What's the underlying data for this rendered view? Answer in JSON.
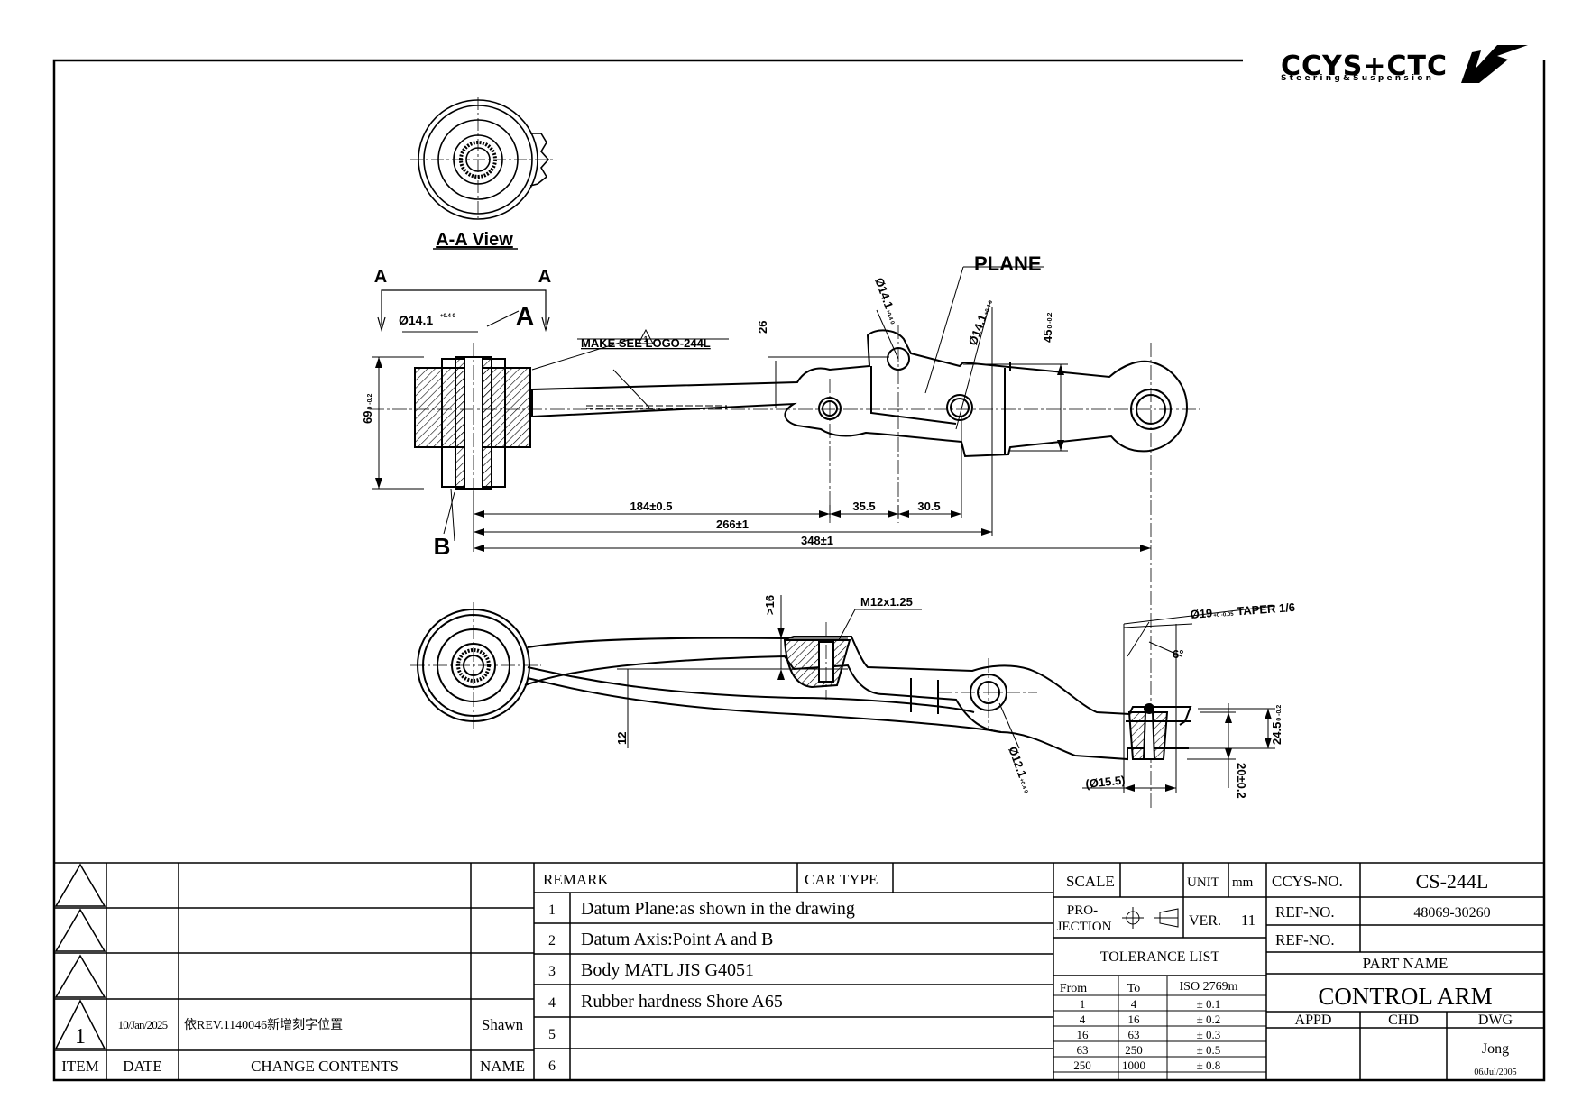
{
  "logo": {
    "brand": "CCYS+CTC",
    "tagline": "Steering&Suspension"
  },
  "views": {
    "aa_view": "A-A View",
    "section_mark_left": "A",
    "section_mark_right": "A",
    "point_a": "A",
    "point_b": "B",
    "plane": "PLANE",
    "make_note": "MAKE SEE LOGO-244L",
    "warning_symbol": "1"
  },
  "dimensions": {
    "d_bush_left": "Ø14.1",
    "d_bush_left_tol": "+0.4 0",
    "d_hole_top": "Ø14.1",
    "d_hole_top_tol": "+0.4 0",
    "d_hole_right": "Ø14.1",
    "d_hole_right_tol": "+0.4 0",
    "h_69": "69",
    "h_69_tol": "0 -0.2",
    "h_26": "26",
    "h_45": "45",
    "h_45_tol": "0 -0.2",
    "l_184": "184±0.5",
    "l_35": "35.5",
    "l_30": "30.5",
    "l_266": "266±1",
    "l_348": "348±1",
    "h_16": ">16",
    "thread": "M12x1.25",
    "taper": "Ø19",
    "taper_tol": "+0 -0.05",
    "taper_text": "TAPER 1/6",
    "angle": "6°",
    "h_12": "12",
    "d_hole_low": "Ø12.1",
    "d_hole_low_tol": "+0.4 0",
    "h_245": "24.5",
    "h_245_tol": "0 -0.2",
    "d_155": "(Ø15.5)",
    "h_20": "20±0.2"
  },
  "revision_block": {
    "headers": {
      "item": "ITEM",
      "date": "DATE",
      "change": "CHANGE CONTENTS",
      "name": "NAME"
    },
    "rows": [
      {
        "item": "",
        "date": "",
        "change": "",
        "name": ""
      },
      {
        "item": "",
        "date": "",
        "change": "",
        "name": ""
      },
      {
        "item": "",
        "date": "",
        "change": "",
        "name": ""
      },
      {
        "item": "1",
        "date": "10/Jan/2025",
        "change": "依REV.1140046新增刻字位置",
        "name": "Shawn"
      }
    ]
  },
  "remarks": {
    "header": "REMARK",
    "car_type_label": "CAR TYPE",
    "car_type_value": "",
    "items": [
      {
        "no": "1",
        "text": "Datum Plane:as shown in the drawing"
      },
      {
        "no": "2",
        "text": "Datum Axis:Point A and B"
      },
      {
        "no": "3",
        "text": "Body MATL JIS G4051"
      },
      {
        "no": "4",
        "text": "Rubber hardness Shore A65"
      },
      {
        "no": "5",
        "text": ""
      },
      {
        "no": "6",
        "text": ""
      }
    ]
  },
  "spec": {
    "scale_label": "SCALE",
    "scale_value": "",
    "unit_label": "UNIT",
    "unit_value": "mm",
    "projection_label_1": "PRO-",
    "projection_label_2": "JECTION",
    "ver_label": "VER.",
    "ver_value": "11"
  },
  "tolerance": {
    "title": "TOLERANCE LIST",
    "headers": {
      "from": "From",
      "to": "To",
      "std": "ISO 2769m"
    },
    "rows": [
      {
        "from": "1",
        "to": "4",
        "tol": "± 0.1"
      },
      {
        "from": "4",
        "to": "16",
        "tol": "± 0.2"
      },
      {
        "from": "16",
        "to": "63",
        "tol": "± 0.3"
      },
      {
        "from": "63",
        "to": "250",
        "tol": "± 0.5"
      },
      {
        "from": "250",
        "to": "1000",
        "tol": "± 0.8"
      }
    ]
  },
  "part": {
    "ccys_no_label": "CCYS-NO.",
    "ccys_no": "CS-244L",
    "ref_no_label": "REF-NO.",
    "ref_no": "48069-30260",
    "ref_no2_label": "REF-NO.",
    "ref_no2": "",
    "part_name_label": "PART NAME",
    "part_name": "CONTROL ARM",
    "appd_label": "APPD",
    "chd_label": "CHD",
    "dwg_label": "DWG",
    "appd": "",
    "chd": "",
    "dwg": "Jong",
    "dwg_date": "06/Jul/2005"
  }
}
